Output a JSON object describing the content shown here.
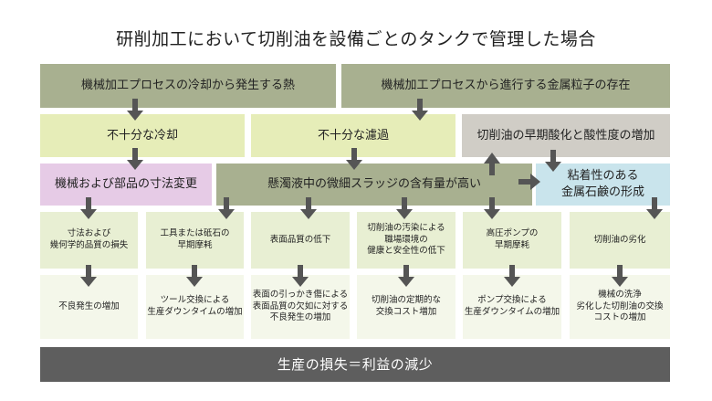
{
  "title": "研削加工において切削油を設備ごとのタンクで管理した場合",
  "row1": {
    "heat": "機械加工プロセスの冷却から発生する熱",
    "particles": "機械加工プロセスから進行する金属粒子の存在"
  },
  "row2": {
    "cooling": "不十分な冷却",
    "filtration": "不十分な濾過",
    "oxidation": "切削油の早期酸化と酸性度の増加"
  },
  "row3": {
    "dimension": "機械および部品の寸法変更",
    "sludge": "懸濁液中の微細スラッジの含有量が高い",
    "soap": "粘着性のある\n金属石鹸の形成"
  },
  "effects": [
    "寸法および\n幾何学的品質の損失",
    "工具または砥石の\n早期摩耗",
    "表面品質の低下",
    "切削油の汚染による\n職場環境の\n健康と安全性の低下",
    "高圧ポンプの\n早期摩耗",
    "切削油の劣化"
  ],
  "results": [
    "不良発生の増加",
    "ツール交換による\n生産ダウンタイムの増加",
    "表面の引っかき傷による\n表面品質の欠如に対する\n不良発生の増加",
    "切削油の定期的な\n交換コスト増加",
    "ポンプ交換による\n生産ダウンタイムの増加",
    "機械の洗浄\n劣化した切削油の交換\nコストの増加"
  ],
  "conclusion": "生産の損失＝利益の減少"
}
